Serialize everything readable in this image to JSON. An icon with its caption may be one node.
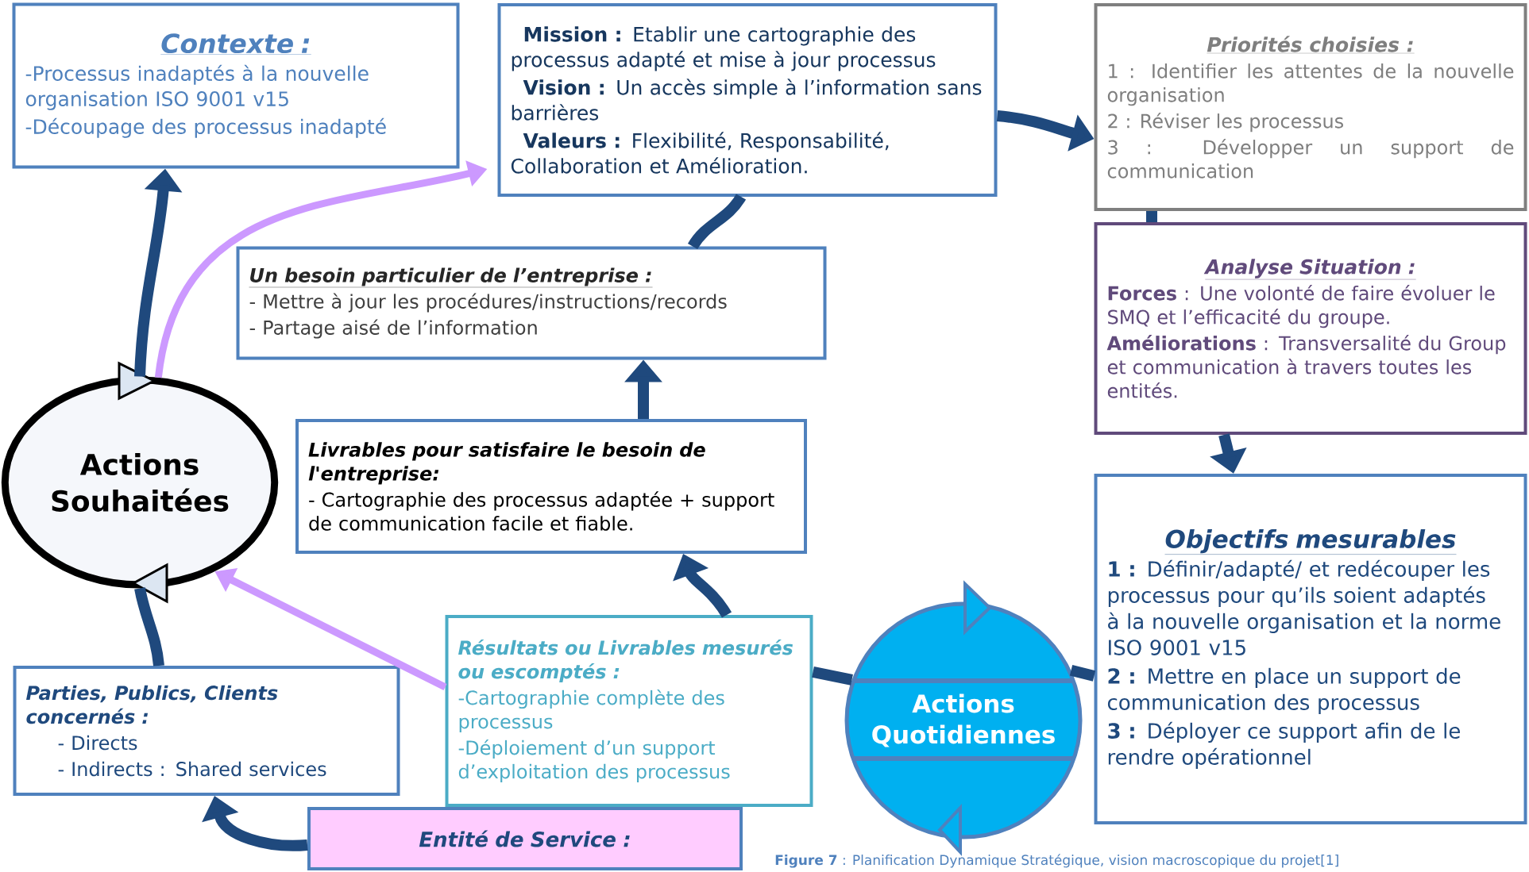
{
  "diagram": {
    "nodes": [
      {
        "text": [
          "Contexte :",
          "-Processus inadaptés à la nouvelle organisation ISO 9001 v15",
          "-Découpage des processus inadapté"
        ]
      },
      {
        "text": [
          "**Mission :** Etablir une cartographie des processus adapté et mise à jour  processus",
          "**Vision :** Un accès simple à l’information sans barrières",
          "**Valeurs :** Flexibilité, Responsabilité, Collaboration et Amélioration."
        ]
      },
      {
        "text": [
          "Priorités choisies :",
          "1 : Identifier les attentes de la nouvelle organisation",
          "2 : Réviser les processus",
          "3 : Développer un support de communication"
        ]
      },
      {
        "text": [
          "Un besoin particulier de l’entreprise :",
          "- Mettre à jour les procédures/instructions/records",
          "- Partage aisé de l’information"
        ]
      },
      {
        "text": [
          "Analyse Situation :",
          "**Forces** : Une volonté de faire évoluer le SMQ et l’efficacité du groupe.",
          "**Améliorations** : Transversalité du Group et communication à travers toutes les entités."
        ]
      },
      {
        "text": [
          "Actions Souhaitées"
        ]
      },
      {
        "text": [
          "Livrables pour satisfaire le besoin de l'entreprise:",
          "- Cartographie des processus adaptée + support de communication facile et fiable."
        ]
      },
      {
        "text": [
          "Objectifs mesurables",
          "**1 :** Définir/adapté/ et redécouper les processus pour qu’ils soient adaptés à la nouvelle organisation et la norme ISO 9001 v15",
          "**2 :** Mettre en place un support de communication des processus",
          "**3 :** Déployer ce support afin de le rendre opérationnel"
        ]
      },
      {
        "text": [
          "Résultats ou Livrables mesurés ou escomptés :",
          "-Cartographie complète des processus",
          "-Déploiement d’un support d’exploitation des processus"
        ]
      },
      {
        "text": [
          "Actions Quotidiennes"
        ]
      },
      {
        "text": [
          "Parties, Publics, Clients concernés :",
          "- Directs",
          "- Indirects : Shared services"
        ]
      },
      {
        "text": [
          "Entité de Service :"
        ]
      }
    ],
    "edges": [
      {
        "from": 11,
        "to": 10,
        "arrow": "to"
      },
      {
        "from": 10,
        "to": 5,
        "arrow": "none"
      },
      {
        "from": 5,
        "to": 0,
        "arrow": "to"
      },
      {
        "from": 8,
        "to": 6,
        "arrow": "to"
      },
      {
        "from": 6,
        "to": 3,
        "arrow": "to"
      },
      {
        "from": 3,
        "to": 1,
        "arrow": "none"
      },
      {
        "from": 1,
        "to": 2,
        "arrow": "to"
      },
      {
        "from": 2,
        "to": 4,
        "arrow": "none"
      },
      {
        "from": 4,
        "to": 7,
        "arrow": "to"
      },
      {
        "from": 7,
        "to": 9,
        "arrow": "none"
      },
      {
        "from": 9,
        "to": 8,
        "arrow": "none"
      },
      {
        "from": 5,
        "to": 1,
        "arrow": "to",
        "color": "#cc99ff"
      },
      {
        "from": 8,
        "to": 5,
        "arrow": "to",
        "color": "#cc99ff"
      }
    ],
    "caption": "**Figure 7** : Planification Dynamique Stratégique, vision macroscopique du projet[1]"
  }
}
